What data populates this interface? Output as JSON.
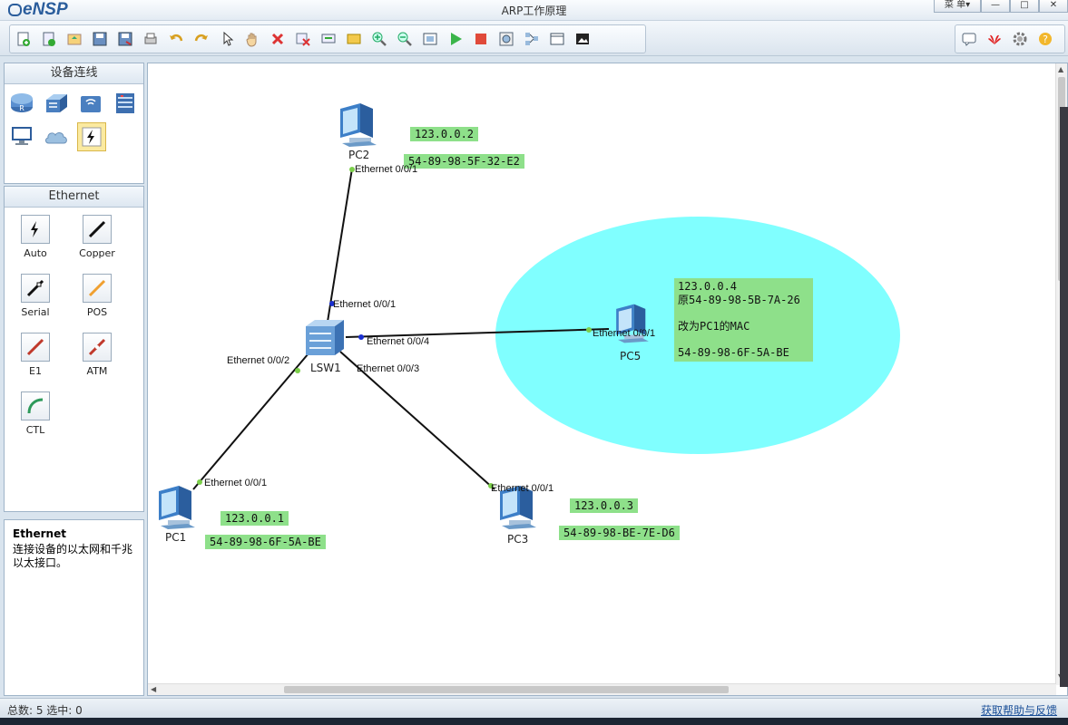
{
  "app": {
    "logo": "eNSP",
    "window_title": "ARP工作原理",
    "menu_label": "菜 单▾"
  },
  "left_panel": {
    "devices_header": "设备连线",
    "cables_header": "Ethernet",
    "cables": [
      {
        "label": "Auto",
        "color": "#111111"
      },
      {
        "label": "Copper",
        "color": "#111111"
      },
      {
        "label": "Serial",
        "color": "#111111"
      },
      {
        "label": "POS",
        "color": "#f0a030"
      },
      {
        "label": "E1",
        "color": "#c0392b"
      },
      {
        "label": "ATM",
        "color": "#c0392b"
      },
      {
        "label": "CTL",
        "color": "#2e9a5b"
      }
    ],
    "description_title": "Ethernet",
    "description_text": "连接设备的以太网和千兆以太接口。"
  },
  "topology": {
    "nodes": {
      "pc2": "PC2",
      "lsw1": "LSW1",
      "pc1": "PC1",
      "pc3": "PC3",
      "pc5": "PC5"
    },
    "ports": {
      "pc2_e001": "Ethernet 0/0/1",
      "sw_e001": "Ethernet 0/0/1",
      "sw_e004": "Ethernet 0/0/4",
      "pc5_e001": "Ethernet 0/0/1",
      "sw_e002": "Ethernet 0/0/2",
      "sw_e003": "Ethernet 0/0/3",
      "pc1_e001": "Ethernet 0/0/1",
      "pc3_e001": "Ethernet 0/0/1"
    },
    "labels": {
      "pc2_ip": "123.0.0.2",
      "pc2_mac": "54-89-98-5F-32-E2",
      "pc1_ip": "123.0.0.1",
      "pc1_mac": "54-89-98-6F-5A-BE",
      "pc3_ip": "123.0.0.3",
      "pc3_mac": "54-89-98-BE-7E-D6",
      "pc5_ip": "123.0.0.4",
      "pc5_orig_mac": "原54-89-98-5B-7A-26",
      "pc5_changed": "改为PC1的MAC",
      "pc5_new_mac": "54-89-98-6F-5A-BE"
    },
    "highlight_color": "#8ee08a",
    "ellipse_color": "#80ffff"
  },
  "status": {
    "counts": "总数: 5 选中: 0",
    "help_link": "获取帮助与反馈"
  }
}
